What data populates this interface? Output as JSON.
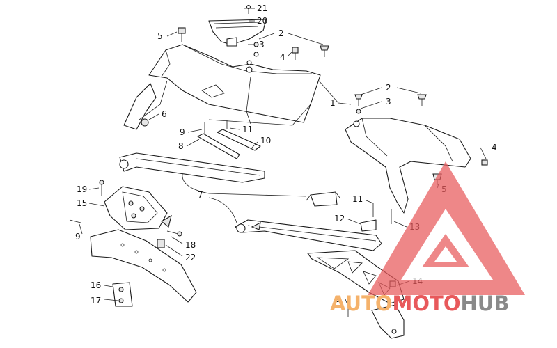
{
  "callouts": [
    {
      "id": "c21",
      "text": "21"
    },
    {
      "id": "c20",
      "text": "20"
    },
    {
      "id": "c2a",
      "text": "2"
    },
    {
      "id": "c3a",
      "text": "3"
    },
    {
      "id": "c4a",
      "text": "4"
    },
    {
      "id": "c5a",
      "text": "5"
    },
    {
      "id": "c1",
      "text": "1"
    },
    {
      "id": "c2b",
      "text": "2"
    },
    {
      "id": "c3b",
      "text": "3"
    },
    {
      "id": "c6",
      "text": "6"
    },
    {
      "id": "c9a",
      "text": "9"
    },
    {
      "id": "c11a",
      "text": "11"
    },
    {
      "id": "c8",
      "text": "8"
    },
    {
      "id": "c10",
      "text": "10"
    },
    {
      "id": "c4b",
      "text": "4"
    },
    {
      "id": "c5b",
      "text": "5"
    },
    {
      "id": "c19",
      "text": "19"
    },
    {
      "id": "c15",
      "text": "15"
    },
    {
      "id": "c7",
      "text": "7"
    },
    {
      "id": "c11b",
      "text": "11"
    },
    {
      "id": "c12",
      "text": "12"
    },
    {
      "id": "c13",
      "text": "13"
    },
    {
      "id": "c9b",
      "text": "9"
    },
    {
      "id": "c18",
      "text": "18"
    },
    {
      "id": "c22",
      "text": "22"
    },
    {
      "id": "c14",
      "text": "14"
    },
    {
      "id": "c16",
      "text": "16"
    },
    {
      "id": "c17",
      "text": "17"
    },
    {
      "id": "c9c",
      "text": "9"
    }
  ],
  "watermark": {
    "part1": "AUTO",
    "part2": "MOTO",
    "part3": "HUB",
    "color_orange": "#f5b26b",
    "color_red": "#e8595b",
    "color_grey": "#8a8a8a"
  }
}
